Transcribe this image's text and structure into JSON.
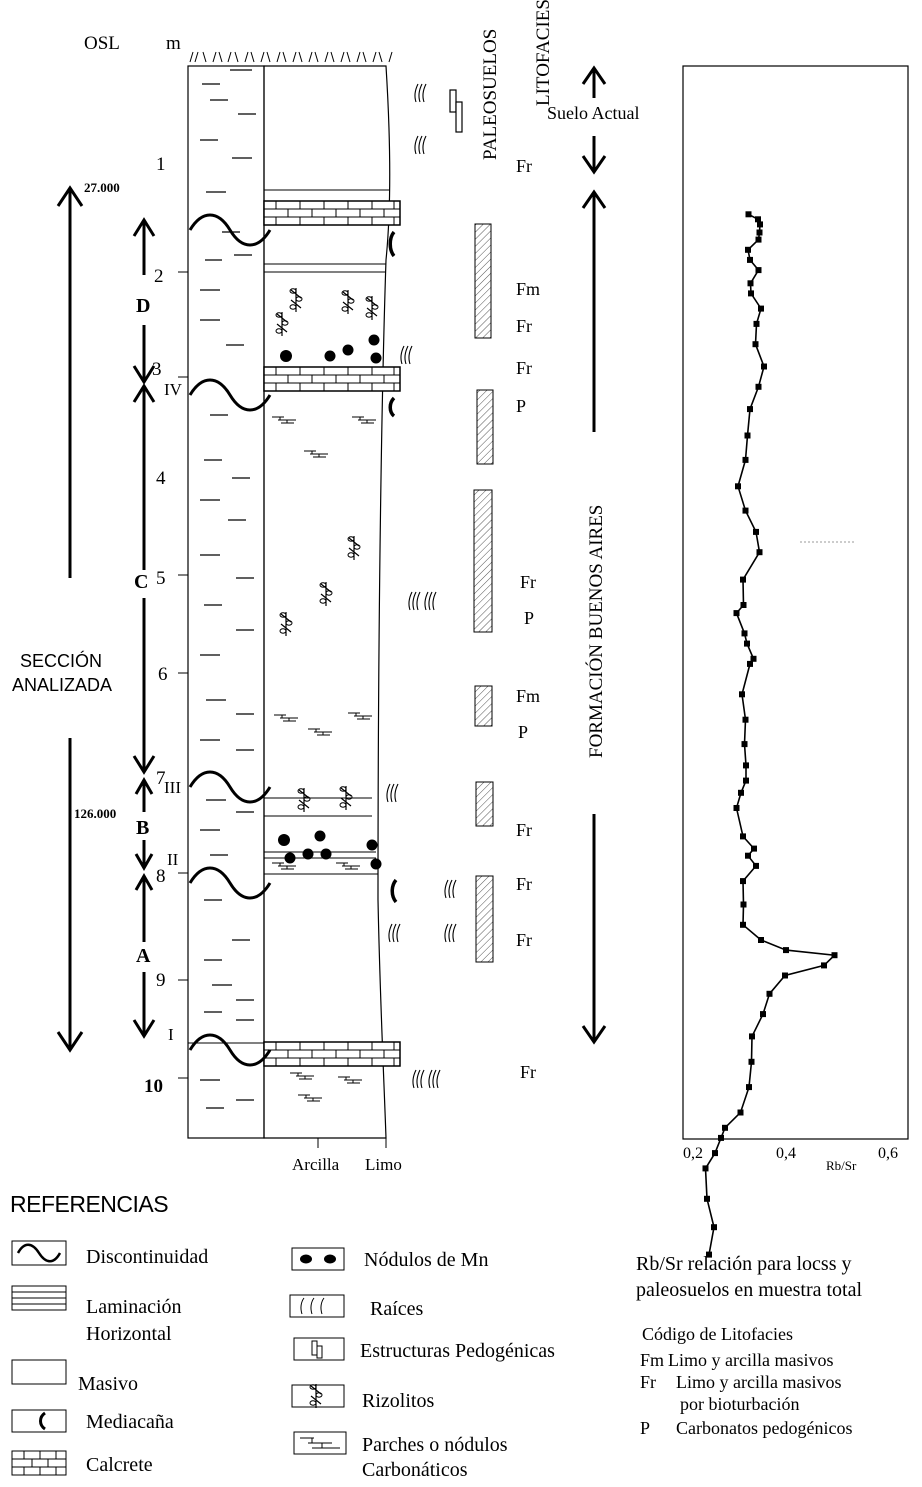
{
  "header": {
    "osl": "OSL",
    "m": "m",
    "paleosuelos": "PALEOSUELOS",
    "litofacies": "LITOFACIES",
    "suelo_actual": "Suelo Actual"
  },
  "depth_labels": [
    "1",
    "2",
    "3",
    "4",
    "5",
    "6",
    "7",
    "8",
    "9",
    "10"
  ],
  "ages": [
    "27.000",
    "126.000"
  ],
  "units": [
    "D",
    "C",
    "B",
    "A"
  ],
  "discontinuities": [
    "IV",
    "III",
    "II",
    "I"
  ],
  "section_label": [
    "SECCIÓN",
    "ANALIZADA"
  ],
  "formation": "FORMACIÓN BUENOS AIRES",
  "lithofacies_codes": [
    "Fr",
    "Fm",
    "Fr",
    "Fr",
    "P",
    "Fr",
    "P",
    "Fm",
    "P",
    "Fr",
    "Fr",
    "Fr",
    "Fr"
  ],
  "grain_axis": {
    "arcilla": "Arcilla",
    "limo": "Limo"
  },
  "chart_data": {
    "type": "line",
    "title": "",
    "xlabel": "Rb/Sr",
    "ylabel": "",
    "xlim": [
      0.2,
      0.6
    ],
    "x_ticks": [
      "0,2",
      "0,4",
      "0,6"
    ],
    "grid": false,
    "series": [
      {
        "name": "",
        "points": [
          {
            "depth": 1.5,
            "rbsr": 0.311
          },
          {
            "depth": 1.55,
            "rbsr": 0.33
          },
          {
            "depth": 1.6,
            "rbsr": 0.334
          },
          {
            "depth": 1.68,
            "rbsr": 0.333
          },
          {
            "depth": 1.75,
            "rbsr": 0.331
          },
          {
            "depth": 1.85,
            "rbsr": 0.31
          },
          {
            "depth": 1.95,
            "rbsr": 0.314
          },
          {
            "depth": 2.05,
            "rbsr": 0.331
          },
          {
            "depth": 2.18,
            "rbsr": 0.315
          },
          {
            "depth": 2.28,
            "rbsr": 0.316
          },
          {
            "depth": 2.43,
            "rbsr": 0.336
          },
          {
            "depth": 2.58,
            "rbsr": 0.327
          },
          {
            "depth": 2.78,
            "rbsr": 0.325
          },
          {
            "depth": 3.0,
            "rbsr": 0.342
          },
          {
            "depth": 3.2,
            "rbsr": 0.331
          },
          {
            "depth": 3.42,
            "rbsr": 0.314
          },
          {
            "depth": 3.68,
            "rbsr": 0.309
          },
          {
            "depth": 3.92,
            "rbsr": 0.305
          },
          {
            "depth": 4.18,
            "rbsr": 0.29
          },
          {
            "depth": 4.42,
            "rbsr": 0.305
          },
          {
            "depth": 4.63,
            "rbsr": 0.326
          },
          {
            "depth": 4.83,
            "rbsr": 0.333
          },
          {
            "depth": 5.1,
            "rbsr": 0.3
          },
          {
            "depth": 5.35,
            "rbsr": 0.301
          },
          {
            "depth": 5.43,
            "rbsr": 0.287
          },
          {
            "depth": 5.63,
            "rbsr": 0.303
          },
          {
            "depth": 5.73,
            "rbsr": 0.308
          },
          {
            "depth": 5.88,
            "rbsr": 0.321
          },
          {
            "depth": 5.93,
            "rbsr": 0.314
          },
          {
            "depth": 6.23,
            "rbsr": 0.298
          },
          {
            "depth": 6.48,
            "rbsr": 0.305
          },
          {
            "depth": 6.72,
            "rbsr": 0.303
          },
          {
            "depth": 6.93,
            "rbsr": 0.306
          },
          {
            "depth": 7.08,
            "rbsr": 0.306
          },
          {
            "depth": 7.2,
            "rbsr": 0.296
          },
          {
            "depth": 7.35,
            "rbsr": 0.287
          },
          {
            "depth": 7.63,
            "rbsr": 0.3
          },
          {
            "depth": 7.75,
            "rbsr": 0.322
          },
          {
            "depth": 7.82,
            "rbsr": 0.31
          },
          {
            "depth": 7.92,
            "rbsr": 0.326
          },
          {
            "depth": 8.07,
            "rbsr": 0.3
          },
          {
            "depth": 8.3,
            "rbsr": 0.301
          },
          {
            "depth": 8.5,
            "rbsr": 0.3
          },
          {
            "depth": 8.65,
            "rbsr": 0.336
          },
          {
            "depth": 8.75,
            "rbsr": 0.386
          },
          {
            "depth": 8.8,
            "rbsr": 0.483
          },
          {
            "depth": 8.9,
            "rbsr": 0.462
          },
          {
            "depth": 9.0,
            "rbsr": 0.384
          },
          {
            "depth": 9.18,
            "rbsr": 0.353
          },
          {
            "depth": 9.38,
            "rbsr": 0.34
          },
          {
            "depth": 9.6,
            "rbsr": 0.318
          },
          {
            "depth": 9.85,
            "rbsr": 0.317
          },
          {
            "depth": 10.1,
            "rbsr": 0.312
          },
          {
            "depth": 10.35,
            "rbsr": 0.295
          },
          {
            "depth": 10.5,
            "rbsr": 0.264
          },
          {
            "depth": 10.6,
            "rbsr": 0.256
          },
          {
            "depth": 10.75,
            "rbsr": 0.244
          },
          {
            "depth": 10.9,
            "rbsr": 0.225
          },
          {
            "depth": 11.2,
            "rbsr": 0.228
          },
          {
            "depth": 11.48,
            "rbsr": 0.242
          },
          {
            "depth": 11.75,
            "rbsr": 0.232
          }
        ]
      }
    ]
  },
  "references": {
    "title": "REFERENCIAS",
    "items": [
      "Discontinuidad",
      [
        "Laminación",
        "Horizontal"
      ],
      "Masivo",
      "Mediacaña",
      "Calcrete",
      "Nódulos de Mn",
      "Raíces",
      "Estructuras Pedogénicas",
      "Rizolitos",
      [
        "Parches o nódulos",
        "Carbonáticos"
      ]
    ],
    "rbsr_note": [
      "Rb/Sr relación para locss y",
      "paleosuelos en muestra total"
    ],
    "codes_title": "Código de Litofacies",
    "codes": [
      {
        "code": "Fm",
        "text": "Limo y arcilla masivos"
      },
      {
        "code": "Fr",
        "text": [
          "Limo y arcilla masivos",
          "por bioturbación"
        ]
      },
      {
        "code": "P",
        "text": "Carbonatos pedogénicos"
      }
    ]
  }
}
